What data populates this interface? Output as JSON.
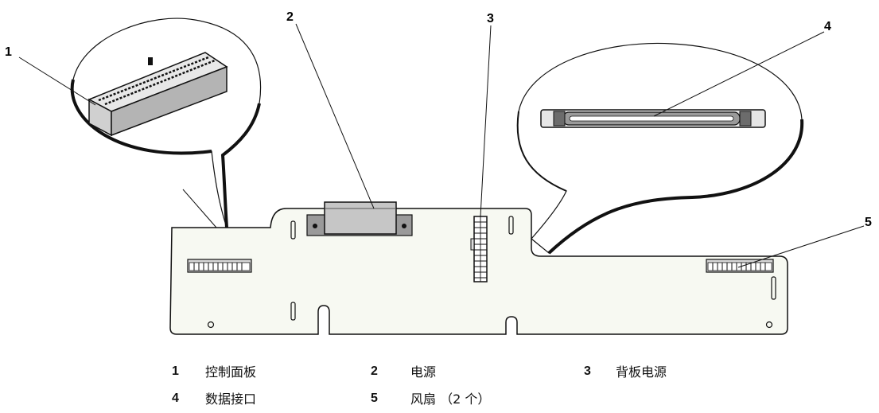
{
  "callouts": [
    {
      "num": "1"
    },
    {
      "num": "2"
    },
    {
      "num": "3"
    },
    {
      "num": "4"
    },
    {
      "num": "5"
    }
  ],
  "legend": [
    {
      "num": "1",
      "text": "控制面板"
    },
    {
      "num": "2",
      "text": "电源"
    },
    {
      "num": "3",
      "text": "背板电源"
    },
    {
      "num": "4",
      "text": "数据接口"
    },
    {
      "num": "5",
      "text": "风扇 （2 个）"
    }
  ]
}
